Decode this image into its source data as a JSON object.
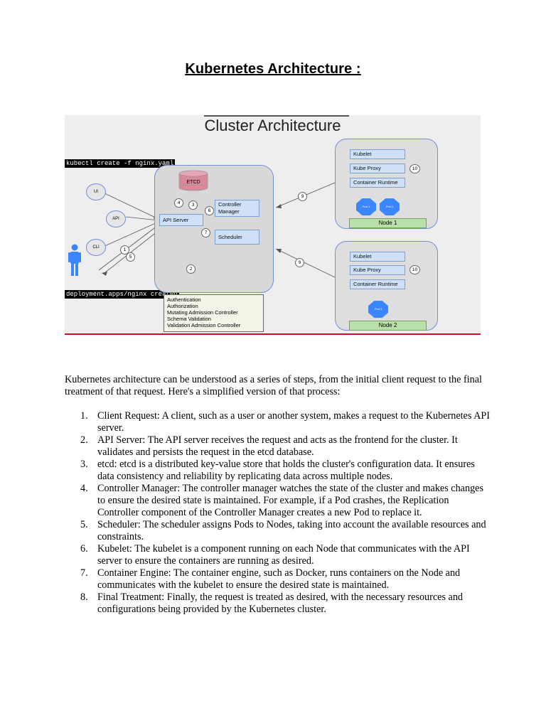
{
  "document": {
    "title": "Kubernetes Architecture :",
    "intro": "Kubernetes architecture can be understood as a series of steps, from the initial client request to the final treatment of that request. Here's a simplified version of that process:",
    "steps": [
      {
        "num": "1.",
        "text": "Client Request: A client, such as a user or another system, makes a request to the Kubernetes API server."
      },
      {
        "num": "2.",
        "text": "API Server: The API server receives the request and acts as the frontend for the cluster. It validates and persists the request in the etcd database."
      },
      {
        "num": "3.",
        "text": "etcd: etcd is a distributed key-value store that holds the cluster's configuration data. It ensures data consistency and reliability by replicating data across multiple nodes."
      },
      {
        "num": "4.",
        "text": "Controller Manager: The controller manager watches the state of the cluster and makes changes to ensure the desired state is maintained. For example, if a Pod crashes, the Replication Controller component of the Controller Manager creates a new Pod to replace it."
      },
      {
        "num": "5.",
        "text": "Scheduler: The scheduler assigns Pods to Nodes, taking into account the available resources and constraints."
      },
      {
        "num": "6.",
        "text": "Kubelet: The kubelet is a component running on each Node that communicates with the API server to ensure the containers are running as desired."
      },
      {
        "num": "7.",
        "text": "Container Engine: The container engine, such as Docker, runs containers on the Node and communicates with the kubelet to ensure the desired state is maintained."
      },
      {
        "num": "8.",
        "text": "Final Treatment: Finally, the request is treated as desired, with the necessary resources and configurations being provided by the Kubernetes cluster."
      }
    ]
  },
  "diagram": {
    "title": "Cluster Architecture",
    "command": "kubectl create -f nginx.yaml",
    "result": "deployment.apps/nginx created",
    "clients": {
      "ui": "UI",
      "api": "API",
      "cli": "CLI"
    },
    "etcd": "ETCD",
    "api_server": "API Server",
    "controller_manager_line1": "Controller",
    "controller_manager_line2": "Manager",
    "scheduler": "Scheduler",
    "admission": [
      "Authentication",
      "Authorization",
      "Mutating Admission Controller",
      "Schema Validation",
      "Validation Admission Controller"
    ],
    "node1": {
      "kubelet": "Kubelet",
      "kube_proxy": "Kube Proxy",
      "runtime": "Container Runtime",
      "label": "Node 1",
      "pods": [
        "Pod 1",
        "Pod 2"
      ]
    },
    "node2": {
      "kubelet": "Kubelet",
      "kube_proxy": "Kube Proxy",
      "runtime": "Container Runtime",
      "label": "Node 2",
      "pods": [
        "Pod 3"
      ]
    },
    "steps": {
      "s1": "1",
      "s2": "2",
      "s3": "3",
      "s4": "4",
      "s5": "5",
      "s6": "6",
      "s7": "7",
      "s9a": "9",
      "s9b": "9",
      "s10a": "10",
      "s10b": "10"
    },
    "colors": {
      "node_border": "#6f8fd8",
      "component_fill": "#cfe0f7",
      "node_label_fill": "#b8e0a8",
      "pod_fill": "#3a86ff",
      "etcd_fill": "#d9899a",
      "bottom_rule": "#c8102e"
    }
  }
}
